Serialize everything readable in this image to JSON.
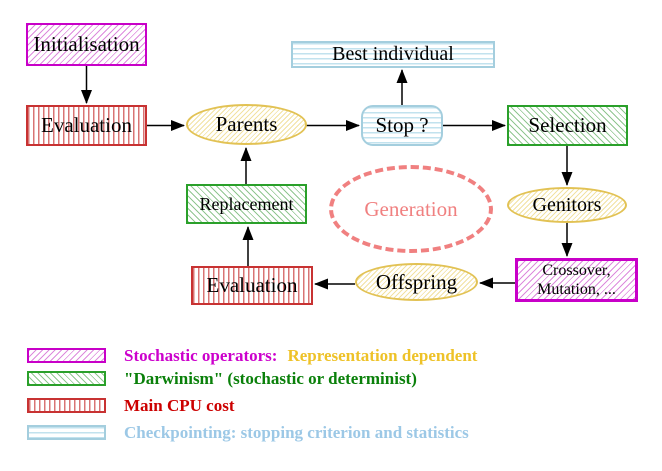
{
  "diagram": {
    "nodes": {
      "initialisation": {
        "label": "Initialisation"
      },
      "evaluation_top": {
        "label": "Evaluation"
      },
      "best_individual": {
        "label": "Best individual"
      },
      "parents": {
        "label": "Parents"
      },
      "stop": {
        "label": "Stop ?"
      },
      "selection": {
        "label": "Selection"
      },
      "replacement": {
        "label": "Replacement"
      },
      "generation": {
        "label": "Generation"
      },
      "genitors": {
        "label": "Genitors"
      },
      "crossover": {
        "line1": "Crossover,",
        "line2": "Mutation, ..."
      },
      "offspring": {
        "label": "Offspring"
      },
      "evaluation_bottom": {
        "label": "Evaluation"
      }
    },
    "legend": {
      "items": [
        {
          "swatch": "magenta-diagonal-hatch",
          "label": "Stochastic operators:",
          "label2": "Representation dependent"
        },
        {
          "swatch": "green-diagonal-hatch",
          "label": "\"Darwinism\" (stochastic or determinist)",
          "label2": ""
        },
        {
          "swatch": "red-vertical-hatch",
          "label": "Main CPU cost",
          "label2": ""
        },
        {
          "swatch": "blue-horizontal-hatch",
          "label": "Checkpointing: stopping criterion and statistics",
          "label2": ""
        }
      ]
    },
    "colors": {
      "magenta": "#cc00cc",
      "green": "#2aa02a",
      "legend_green_text": "#0a800a",
      "red": "#cc0000",
      "blue": "#9cc8e6",
      "gold": "#eec228",
      "yellow_border": "#e2c254",
      "salmon": "#f08080",
      "text": "#000000",
      "background": "#ffffff"
    }
  }
}
